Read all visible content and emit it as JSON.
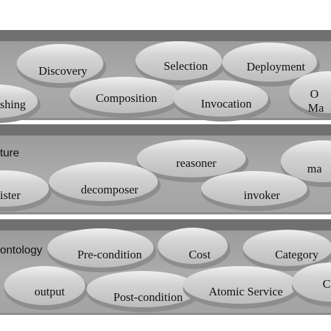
{
  "colors": {
    "band_top": "#6e6e6e",
    "band_fill": "#a9a9a9",
    "ellipse_fill": "#c8c8c8",
    "ellipse_top": "#e6e6e6",
    "ellipse_shadow": "#8a8a8a",
    "text": "#111111"
  },
  "bands": [
    {
      "id": "services",
      "title": "",
      "nodes": [
        {
          "id": "discovery",
          "label": "Discovery"
        },
        {
          "id": "selection",
          "label": "Selection"
        },
        {
          "id": "deployment",
          "label": "Deployment"
        },
        {
          "id": "publishing",
          "label": "shing"
        },
        {
          "id": "composition",
          "label": "Composition"
        },
        {
          "id": "invocation",
          "label": "Invocation"
        },
        {
          "id": "management",
          "label": "O",
          "label2": "Ma"
        }
      ]
    },
    {
      "id": "architecture",
      "title": "ture",
      "nodes": [
        {
          "id": "reasoner",
          "label": "reasoner"
        },
        {
          "id": "matcher",
          "label": "ma"
        },
        {
          "id": "register",
          "label": "ister"
        },
        {
          "id": "decomposer",
          "label": "decomposer"
        },
        {
          "id": "invoker",
          "label": "invoker"
        }
      ]
    },
    {
      "id": "ontology",
      "title": "ontology",
      "nodes": [
        {
          "id": "precondition",
          "label": "Pre-condition"
        },
        {
          "id": "cost",
          "label": "Cost"
        },
        {
          "id": "category",
          "label": "Category"
        },
        {
          "id": "output",
          "label": "output"
        },
        {
          "id": "postcondition",
          "label": "Post-condition"
        },
        {
          "id": "atomic-service",
          "label": "Atomic Service"
        },
        {
          "id": "composite",
          "label": "C"
        }
      ]
    }
  ]
}
